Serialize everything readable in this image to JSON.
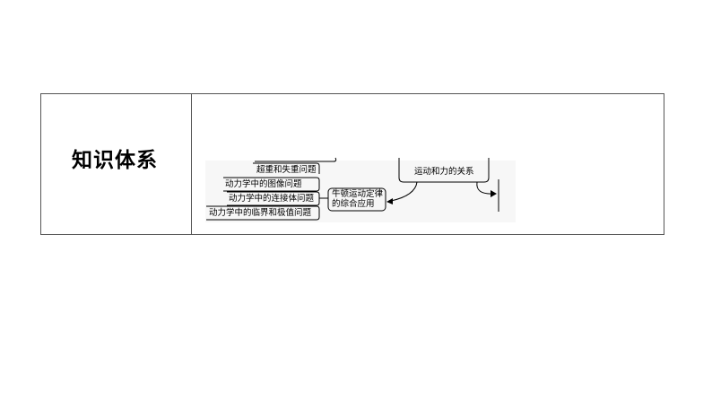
{
  "left_title": "知识体系",
  "diagram": {
    "items": [
      "超重和失重问题",
      "动力学中的图像问题",
      "动力学中的连接体问题",
      "动力学中的临界和极值问题"
    ],
    "center_line1": "牛顿运动定律",
    "center_line2": "的综合应用",
    "relation": "运动和力的关系"
  }
}
